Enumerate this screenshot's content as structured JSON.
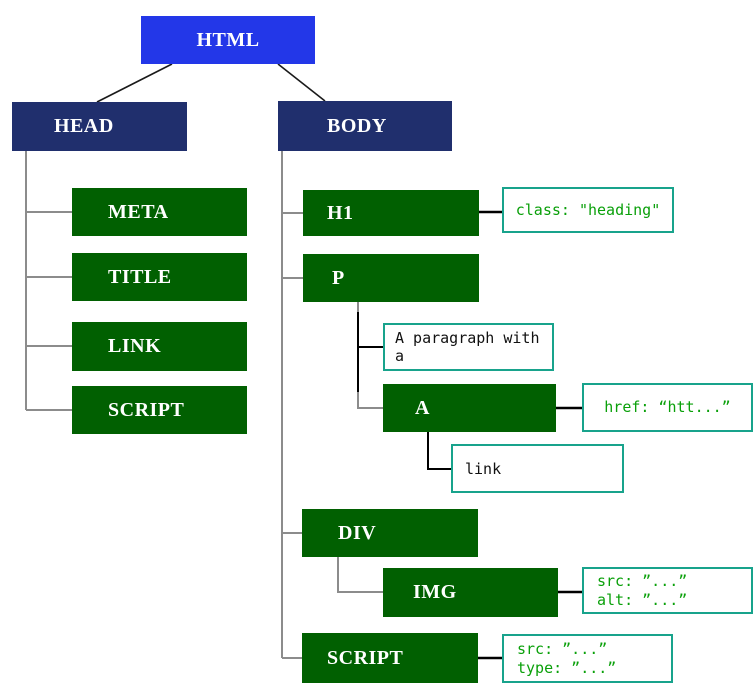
{
  "colors": {
    "root_fill": "#2337e8",
    "section_fill": "#202f6d",
    "element_fill": "#016001",
    "annotation_border": "#18a38c",
    "annotation_text": "#0aa00a",
    "connector_gray": "#8c8c8c",
    "connector_black": "#000000",
    "node_text": "#ffffff"
  },
  "nodes": {
    "html": {
      "label": "HTML"
    },
    "head": {
      "label": "HEAD"
    },
    "body": {
      "label": "BODY"
    },
    "meta": {
      "label": "META"
    },
    "title": {
      "label": "TITLE"
    },
    "link": {
      "label": "LINK"
    },
    "script_head": {
      "label": "SCRIPT"
    },
    "h1": {
      "label": "H1"
    },
    "p": {
      "label": "P"
    },
    "a": {
      "label": "A"
    },
    "div": {
      "label": "DIV"
    },
    "img": {
      "label": "IMG"
    },
    "script_body": {
      "label": "SCRIPT"
    }
  },
  "text_nodes": {
    "paragraph": "A paragraph with a",
    "link": "link"
  },
  "annotations": {
    "h1": {
      "lines": [
        "class: \"heading\""
      ]
    },
    "a": {
      "lines": [
        "href: “htt...”"
      ]
    },
    "img": {
      "lines": [
        "src: ”...”",
        "alt: ”...”"
      ]
    },
    "script": {
      "lines": [
        "src: ”...”",
        "type: ”...”"
      ]
    }
  }
}
